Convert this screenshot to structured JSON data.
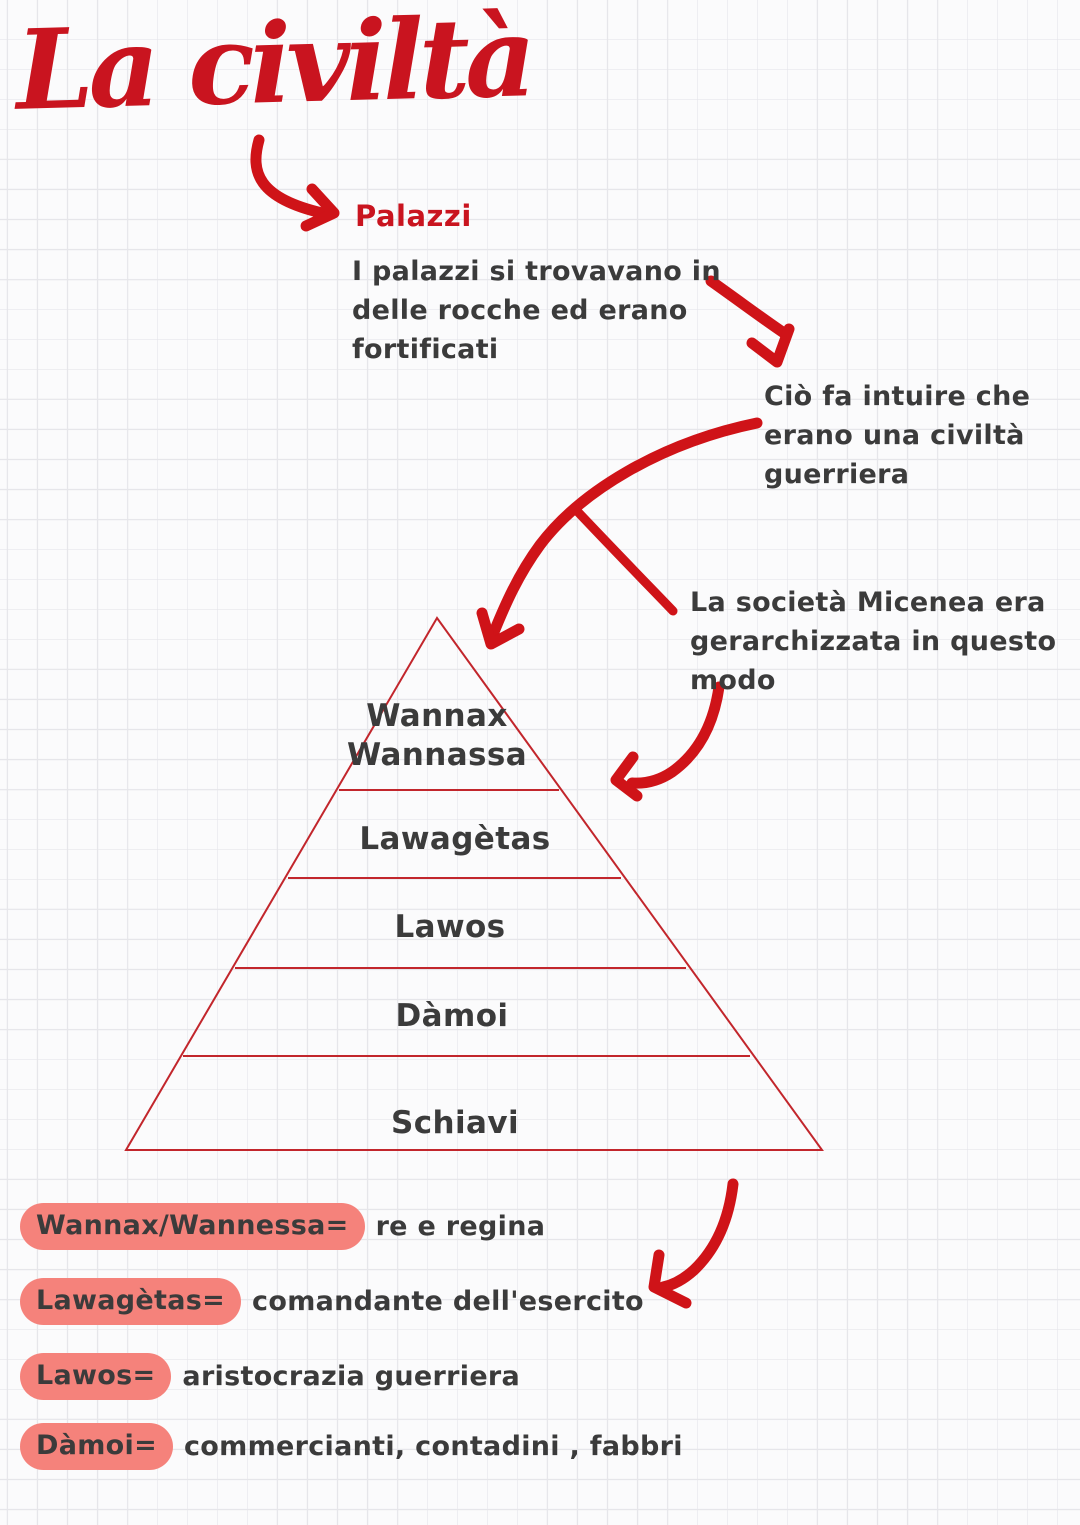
{
  "colors": {
    "paper": "#fbfbfc",
    "grid_line": "#e6e6ea",
    "ink_red": "#c9141f",
    "arrow_red": "#cf1318",
    "pyramid_red": "#c2262c",
    "text_dark": "#3b3b3b",
    "highlight": "#f5827b"
  },
  "title": "La civiltà",
  "palazzi": {
    "label": "Palazzi",
    "lines": [
      "I palazzi si trovavano in",
      "delle rocche ed erano",
      "fortificati"
    ]
  },
  "inference": {
    "lines": [
      "Ciò fa intuire che",
      "erano una civiltà",
      "guerriera"
    ]
  },
  "society": {
    "lines": [
      "La società Micenea era",
      "gerarchizzata in questo",
      "modo"
    ]
  },
  "pyramid": {
    "levels": [
      {
        "lines": [
          "Wannax",
          "Wannassa"
        ]
      },
      {
        "lines": [
          "Lawagètas"
        ]
      },
      {
        "lines": [
          "Lawos"
        ]
      },
      {
        "lines": [
          "Dàmoi"
        ]
      },
      {
        "lines": [
          "Schiavi"
        ]
      }
    ]
  },
  "definitions": [
    {
      "term": "Wannax/Wannessa=",
      "description": "re e regina"
    },
    {
      "term": "Lawagètas=",
      "description": "comandante dell'esercito"
    },
    {
      "term": "Lawos=",
      "description": "aristocrazia guerriera"
    },
    {
      "term": "Dàmoi=",
      "description": "commercianti, contadini , fabbri"
    }
  ]
}
